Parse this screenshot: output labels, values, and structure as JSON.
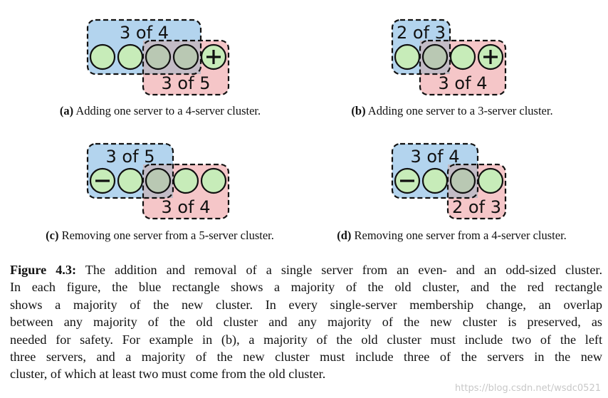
{
  "panels": [
    {
      "id": "a",
      "old_label": "3 of 4",
      "new_label": "3 of 5",
      "caption_tag": "(a)",
      "caption_text": " Adding one server to a 4-server cluster.",
      "servers": [
        "plain",
        "plain",
        "plain",
        "plain",
        "plus"
      ],
      "old_cluster": [
        0,
        3
      ],
      "new_cluster": [
        2,
        4
      ]
    },
    {
      "id": "b",
      "old_label": "2 of 3",
      "new_label": "3 of 4",
      "caption_tag": "(b)",
      "caption_text": " Adding one server to a 3-server cluster.",
      "servers": [
        "plain",
        "plain",
        "plain",
        "plus"
      ],
      "old_cluster": [
        0,
        1
      ],
      "new_cluster": [
        1,
        3
      ]
    },
    {
      "id": "c",
      "old_label": "3 of 5",
      "new_label": "3 of 4",
      "caption_tag": "(c)",
      "caption_text": " Removing one server from a 5-server cluster.",
      "servers": [
        "minus",
        "plain",
        "plain",
        "plain",
        "plain"
      ],
      "old_cluster": [
        0,
        2
      ],
      "new_cluster": [
        2,
        4
      ]
    },
    {
      "id": "d",
      "old_label": "3 of 4",
      "new_label": "2 of 3",
      "caption_tag": "(d)",
      "caption_text": " Removing one server from a 4-server cluster.",
      "servers": [
        "minus",
        "plain",
        "plain",
        "plain"
      ],
      "old_cluster": [
        0,
        2
      ],
      "new_cluster": [
        2,
        3
      ]
    }
  ],
  "colors": {
    "old_cluster": "#b3d4ee",
    "new_cluster": "#f5c6c8",
    "server": "#c7ecb9",
    "overlap_server": "#b9c8b3"
  },
  "figure": {
    "label": "Figure 4.3:",
    "lines": [
      " The addition and removal of a single server from an even- and an odd-sized cluster.",
      "In each figure, the blue rectangle shows a majority of the old cluster, and the red rectangle",
      "shows a majority of the new cluster. In every single-server membership change, an overlap",
      "between any majority of the old cluster and any majority of the new cluster is preserved, as",
      "needed for safety. For example in (b), a majority of the old cluster must include two of the left",
      "three servers, and a majority of the new cluster must include three of the servers in the new",
      "cluster, of which at least two must come from the old cluster."
    ]
  },
  "watermark": "https://blog.csdn.net/wsdc0521"
}
